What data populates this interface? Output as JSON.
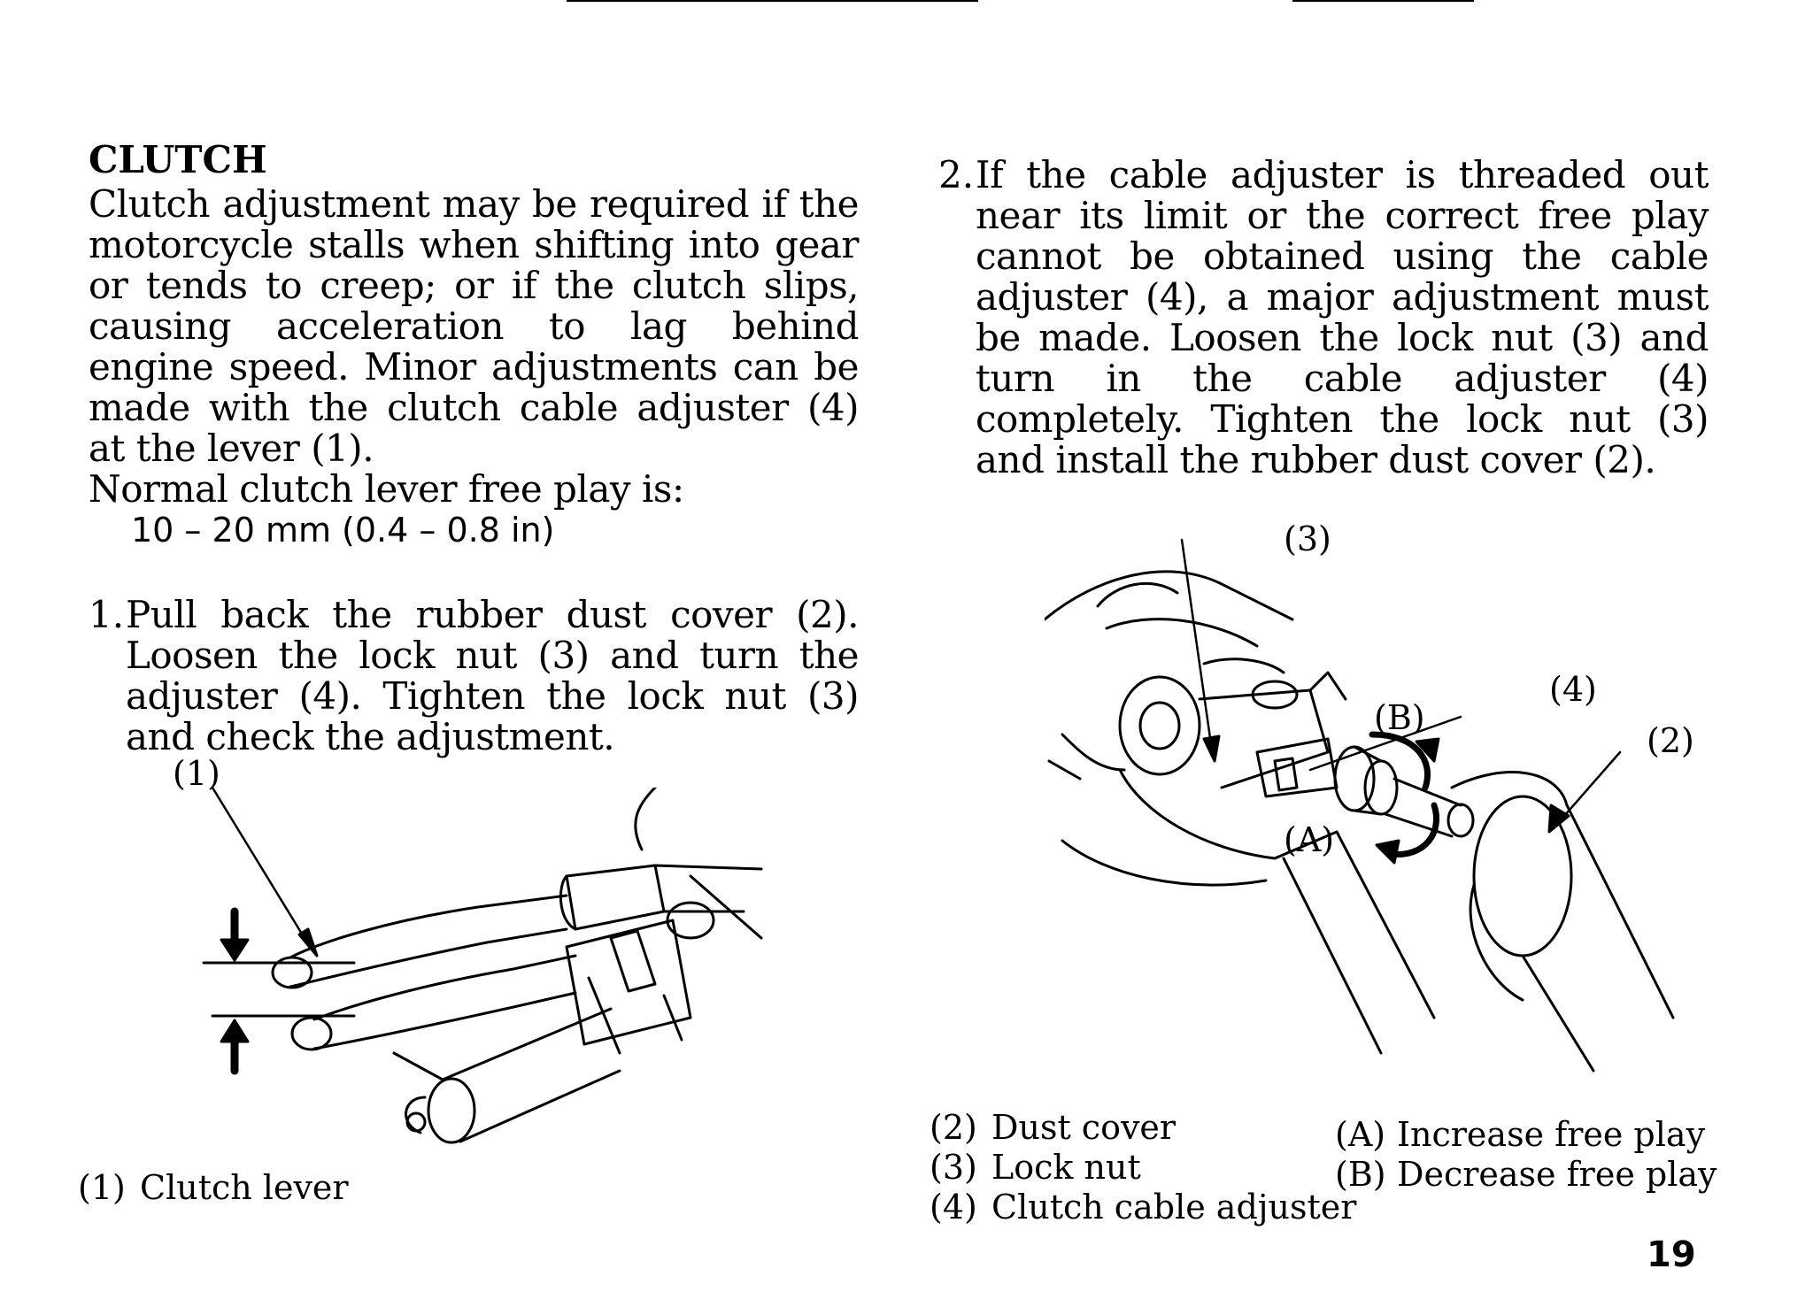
{
  "section": {
    "heading": "CLUTCH",
    "intro": "Clutch adjustment may be required if the motorcycle stalls when shifting into gear or tends to creep; or if the clutch slips, causing acceleration to lag behind engine speed. Minor adjustments can be made with the clutch cable adjuster (4) at the lever (1).",
    "free_play_label": "Normal clutch lever free play is:",
    "free_play_value": "10 – 20 mm (0.4 – 0.8 in)"
  },
  "steps": [
    {
      "number": "1.",
      "text": "Pull back the rubber dust cover (2). Loosen the lock nut (3) and turn the adjuster (4). Tighten the lock nut (3) and check the adjustment."
    },
    {
      "number": "2.",
      "text": "If the cable adjuster is threaded out near its limit or the correct free play cannot be obtained using the cable adjuster (4), a major adjustment must be made. Loosen the lock nut (3) and turn in the cable adjuster (4) completely. Tighten the lock nut (3) and install the rubber dust cover (2)."
    }
  ],
  "figure_left": {
    "callout": "(1)",
    "legend": [
      {
        "key": "(1)",
        "label": "Clutch lever"
      }
    ]
  },
  "figure_right": {
    "callouts": {
      "c3": "(3)",
      "c4": "(4)",
      "c2": "(2)",
      "cA": "(A)",
      "cB": "(B)"
    },
    "legend_parts": [
      {
        "key": "(2)",
        "label": "Dust cover"
      },
      {
        "key": "(3)",
        "label": "Lock nut"
      },
      {
        "key": "(4)",
        "label": "Clutch cable adjuster"
      }
    ],
    "legend_directions": [
      {
        "key": "(A)",
        "label": "Increase free play"
      },
      {
        "key": "(B)",
        "label": "Decrease free play"
      }
    ]
  },
  "page_number": "19"
}
